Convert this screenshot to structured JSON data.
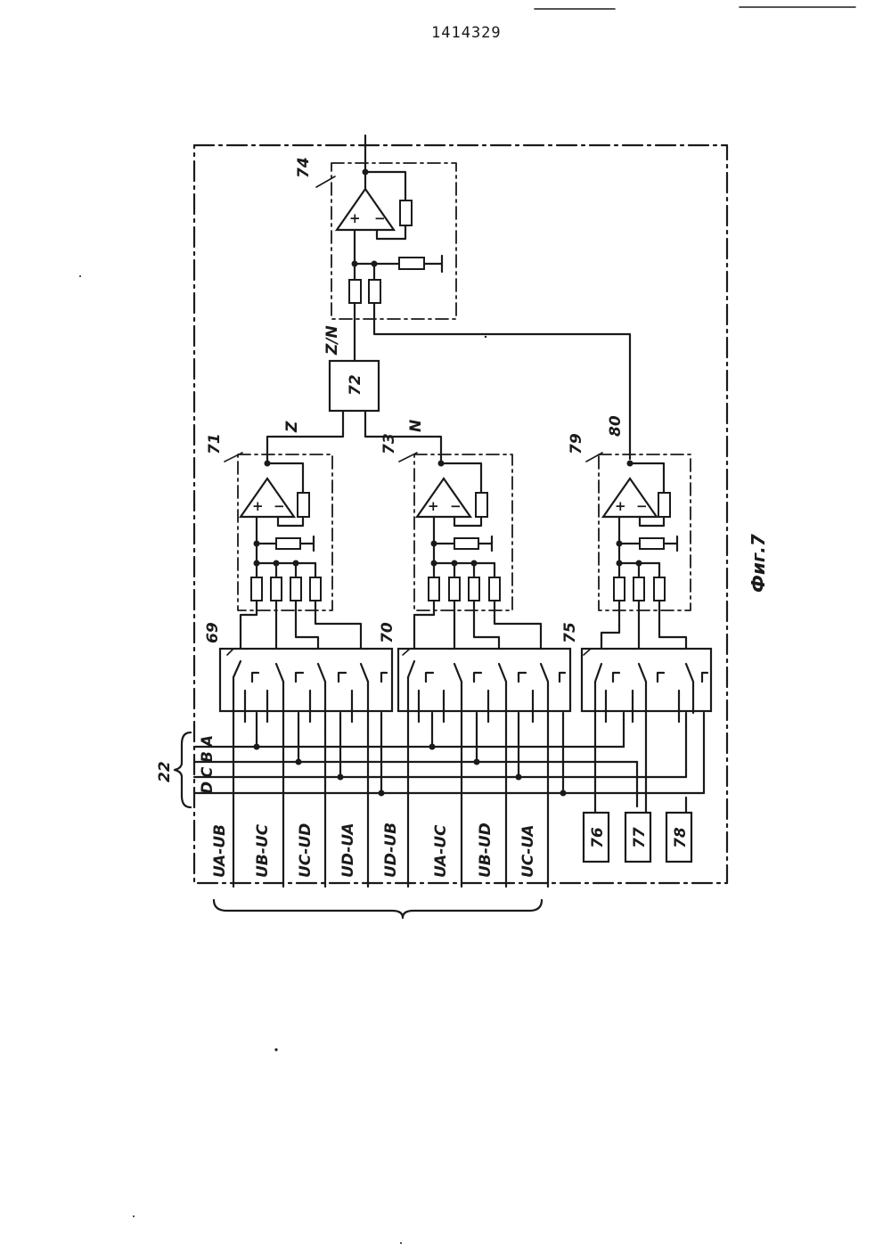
{
  "header": {
    "document_number": "1414329"
  },
  "figure": {
    "caption": "Фиг.7"
  },
  "blocks": {
    "b69": "69",
    "b70": "70",
    "b71": "71",
    "b72": "72",
    "b73": "73",
    "b74": "74",
    "b75": "75",
    "b76": "76",
    "b77": "77",
    "b78": "78",
    "b79": "79",
    "b80": "80",
    "b22": "22"
  },
  "signals": {
    "z": "Z",
    "n": "N",
    "zn": "Z/N"
  },
  "bus_lines": [
    "A",
    "B",
    "C",
    "D"
  ],
  "inputs": [
    "UA-UB",
    "UB-UC",
    "UC-UD",
    "UD-UA",
    "UD-UB",
    "UA-UC",
    "UB-UD",
    "UC-UA"
  ]
}
